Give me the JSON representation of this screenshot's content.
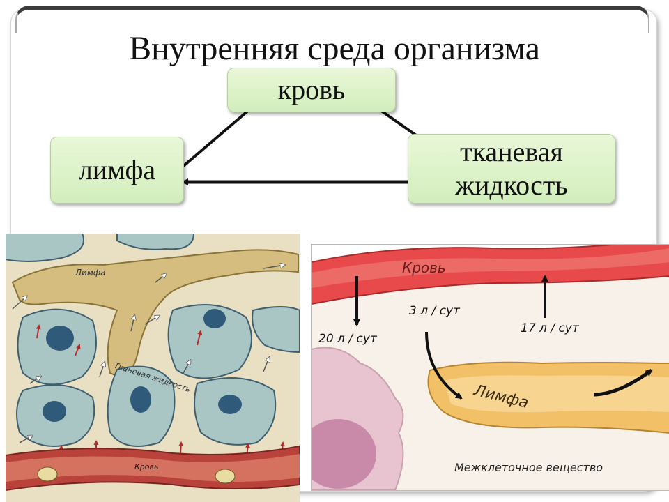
{
  "title": "Внутренняя среда организма",
  "nodes": {
    "blood": "кровь",
    "lymph": "лимфа",
    "tissue_line1": "тканевая",
    "tissue_line2": "жидкость"
  },
  "left_illustration": {
    "lymph_label": "Лимфа",
    "tissue_label": "Тканевая жидкость",
    "blood_label": "Кровь"
  },
  "right_illustration": {
    "blood_label": "Кровь",
    "flow_down": "20 л / сут",
    "flow_to_lymph": "3 л / сут",
    "flow_up": "17 л / сут",
    "lymph_label": "Лимфа",
    "intercellular_label": "Межклеточное вещество"
  },
  "colors": {
    "node_fill": "#d9f1c6",
    "blood_vessel": "#e8494a",
    "lymph_vessel": "#f2c067",
    "cell": "#a9c6c4",
    "nucleus": "#2f5a7a"
  }
}
